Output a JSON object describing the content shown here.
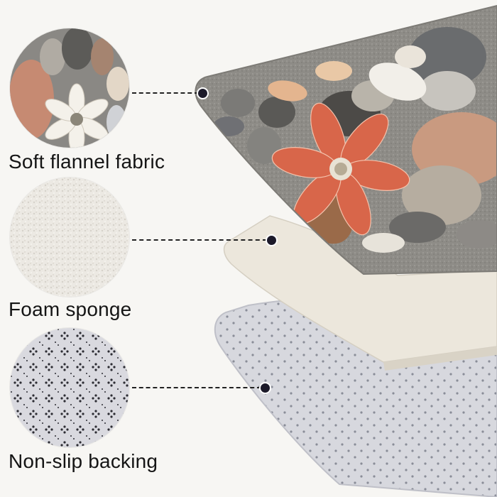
{
  "layers": [
    {
      "id": "fabric",
      "label": "Soft flannel fabric"
    },
    {
      "id": "foam",
      "label": "Foam sponge"
    },
    {
      "id": "backing",
      "label": "Non-slip backing"
    }
  ],
  "colors": {
    "background": "#f7f6f3",
    "text": "#151515",
    "dot": "#1c1a2a",
    "fabric_base": "#8c8a86",
    "foam": "#ece7dc",
    "backing": "#d7d8de",
    "petal": "#d8664a"
  }
}
